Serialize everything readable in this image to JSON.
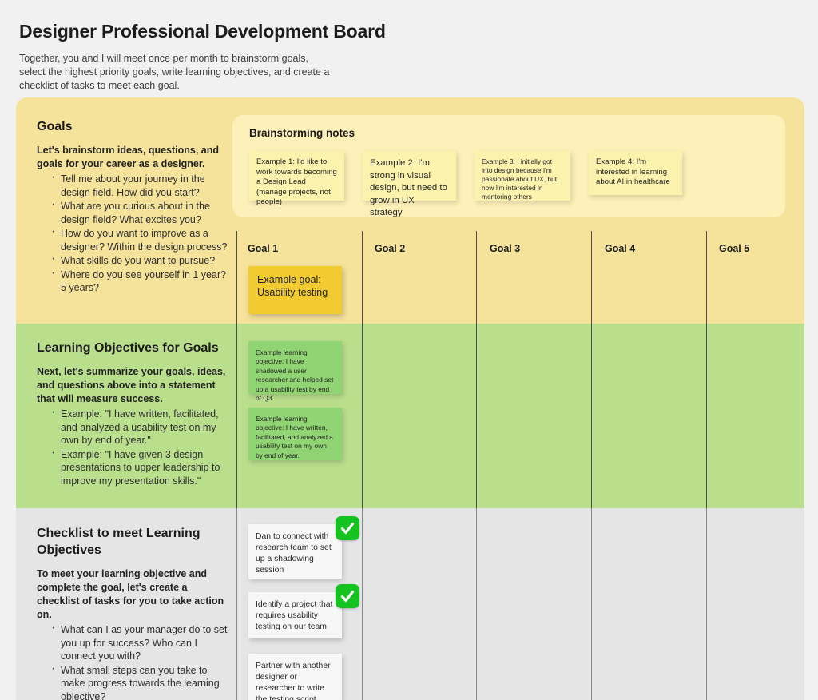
{
  "header": {
    "title": "Designer Professional Development Board",
    "subtitle": "Together, you and I will meet once per month to brainstorm goals, select the highest priority goals, write learning objectives, and create a checklist of tasks to meet each goal."
  },
  "colors": {
    "page_background": "#f1f1f1",
    "goals_band": "#f6e39b",
    "objectives_band": "#b9de8c",
    "checklist_band": "#e5e5e5",
    "brainstorm_panel": "#fdf0b9",
    "brainstorm_note": "#fbf2ae",
    "goal_note": "#f2cb30",
    "objective_note": "#91d474",
    "checklist_card": "#f7f7f7",
    "check_icon": "#16c220",
    "divider": "#4c4c4c"
  },
  "sections": {
    "goals": {
      "heading": "Goals",
      "lead": "Let's brainstorm ideas, questions, and goals for your career as a designer.",
      "bullets": [
        "Tell me about your journey in the design field. How did you start?",
        "What are you curious about in the design field? What excites you?",
        "How do you want to improve as a designer? Within the design process?",
        "What skills do you want to pursue?",
        "Where do you see yourself in 1 year? 5 years?"
      ]
    },
    "objectives": {
      "heading": "Learning Objectives for Goals",
      "lead": "Next, let's summarize your goals, ideas, and questions above into a statement that will measure success.",
      "bullets": [
        "Example: \"I have written, facilitated, and analyzed a usability test on my own by end of year.\"",
        "Example: \"I have given 3 design presentations to upper leadership to improve my presentation skills.\""
      ]
    },
    "checklist": {
      "heading": "Checklist to meet Learning Objectives",
      "lead": "To meet your learning objective and complete the goal, let's create a checklist of tasks for you to take action on.",
      "bullets": [
        "What can I as your manager do to set you up for success? Who can I connect you with?",
        "What small steps can you take to make progress towards the learning objective?"
      ]
    }
  },
  "brainstorm": {
    "title": "Brainstorming notes",
    "notes": [
      "Example 1: I'd like to work towards becoming a Design Lead (manage projects, not people)",
      "Example 2: I'm strong in visual design, but need to grow in UX strategy",
      "Example 3: I initially got into design because I'm passionate about UX, but now I'm interested in mentoring others",
      "Example 4: I'm interested in learning about AI in healthcare"
    ]
  },
  "columns": [
    {
      "label": "Goal 1"
    },
    {
      "label": "Goal 2"
    },
    {
      "label": "Goal 3"
    },
    {
      "label": "Goal 4"
    },
    {
      "label": "Goal 5"
    }
  ],
  "goal_notes": [
    {
      "text": "Example goal: Usability testing"
    }
  ],
  "objective_notes": [
    {
      "text": "Example learning objective: I have shadowed a user researcher and helped set up a usability test by end of Q3."
    },
    {
      "text": "Example learning objective: I have written, facilitated, and analyzed a usability test on my own by end of year."
    }
  ],
  "checklist_cards": [
    {
      "text": "Dan to connect with research team to set up a shadowing session",
      "checked": true
    },
    {
      "text": "Identify a project that requires usability testing on our team",
      "checked": true
    },
    {
      "text": "Partner with another designer or researcher to write the testing script",
      "checked": false
    }
  ],
  "icons": {
    "check": "check-mark-icon"
  }
}
